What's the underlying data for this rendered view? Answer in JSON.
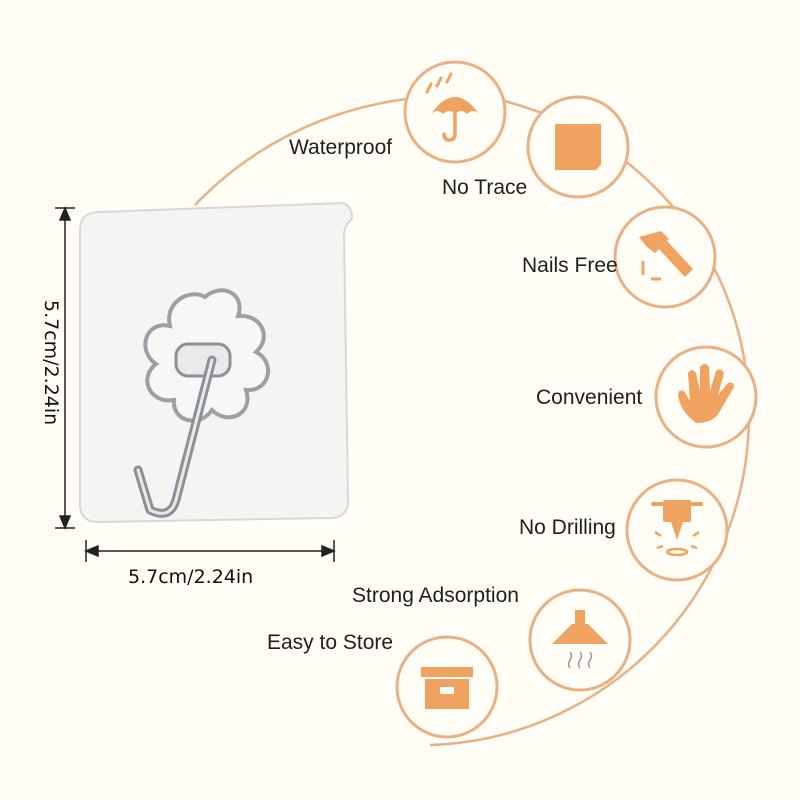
{
  "features": [
    {
      "label": "Waterproof",
      "icon": "umbrella-icon"
    },
    {
      "label": "No Trace",
      "icon": "square-sticker-icon"
    },
    {
      "label": "Nails Free",
      "icon": "hammer-icon"
    },
    {
      "label": "Convenient",
      "icon": "hand-icon"
    },
    {
      "label": "No Drilling",
      "icon": "drill-icon"
    },
    {
      "label": "Strong Adsorption",
      "icon": "suction-icon"
    },
    {
      "label": "Easy to Store",
      "icon": "box-icon"
    }
  ],
  "dimensions": {
    "width": "5.7cm/2.24in",
    "height": "5.7cm/2.24in"
  },
  "colors": {
    "accent": "#f0a260",
    "arc": "#e9b084",
    "circle_fill": "#fffdf6",
    "background": "#fffdf6"
  }
}
